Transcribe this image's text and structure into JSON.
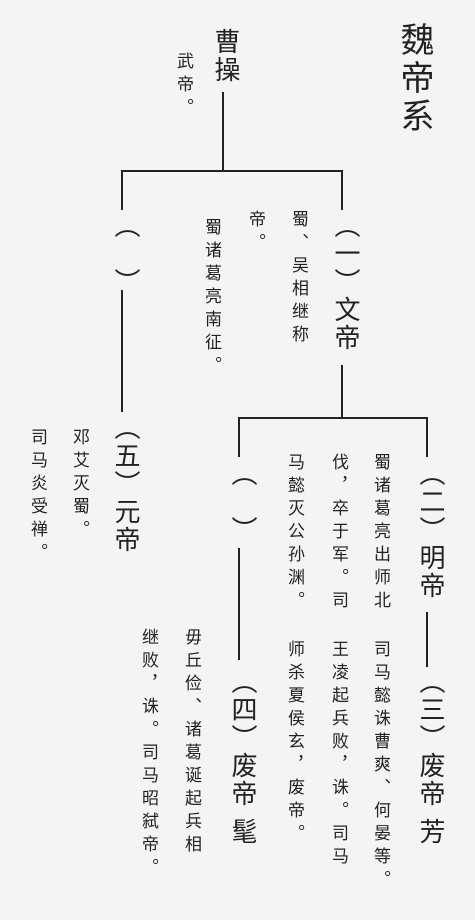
{
  "title": "魏帝系",
  "root": {
    "name": "曹操",
    "note": "武帝。"
  },
  "wendi": {
    "label": "（一）文帝",
    "note_col1": "蜀、吴相继称",
    "note_col2": "帝。",
    "note_col3": "蜀诸葛亮南征。"
  },
  "gap1": "（　）",
  "yuandi": {
    "label": "（五）元帝",
    "note_col1": "邓艾灭蜀。",
    "note_col2": "司马炎受禅。"
  },
  "mingdi": {
    "label": "（二）明帝",
    "note_col1": "蜀诸葛亮出师北",
    "note_col2": "伐，卒于军。司",
    "note_col3": "马懿灭公孙渊。"
  },
  "gap2": "（　）",
  "feidi_fang": {
    "label": "（三）废帝  芳",
    "note_col1": "司马懿诛曹爽、何晏等。",
    "note_col2": "王凌起兵败，诛。司马",
    "note_col3": "师杀夏侯玄，废帝。"
  },
  "feidi_mao": {
    "label": "（四）废帝  髦",
    "note_col1": "毋丘俭、诸葛诞起兵相",
    "note_col2": "继败，诛。司马昭弑帝。"
  }
}
